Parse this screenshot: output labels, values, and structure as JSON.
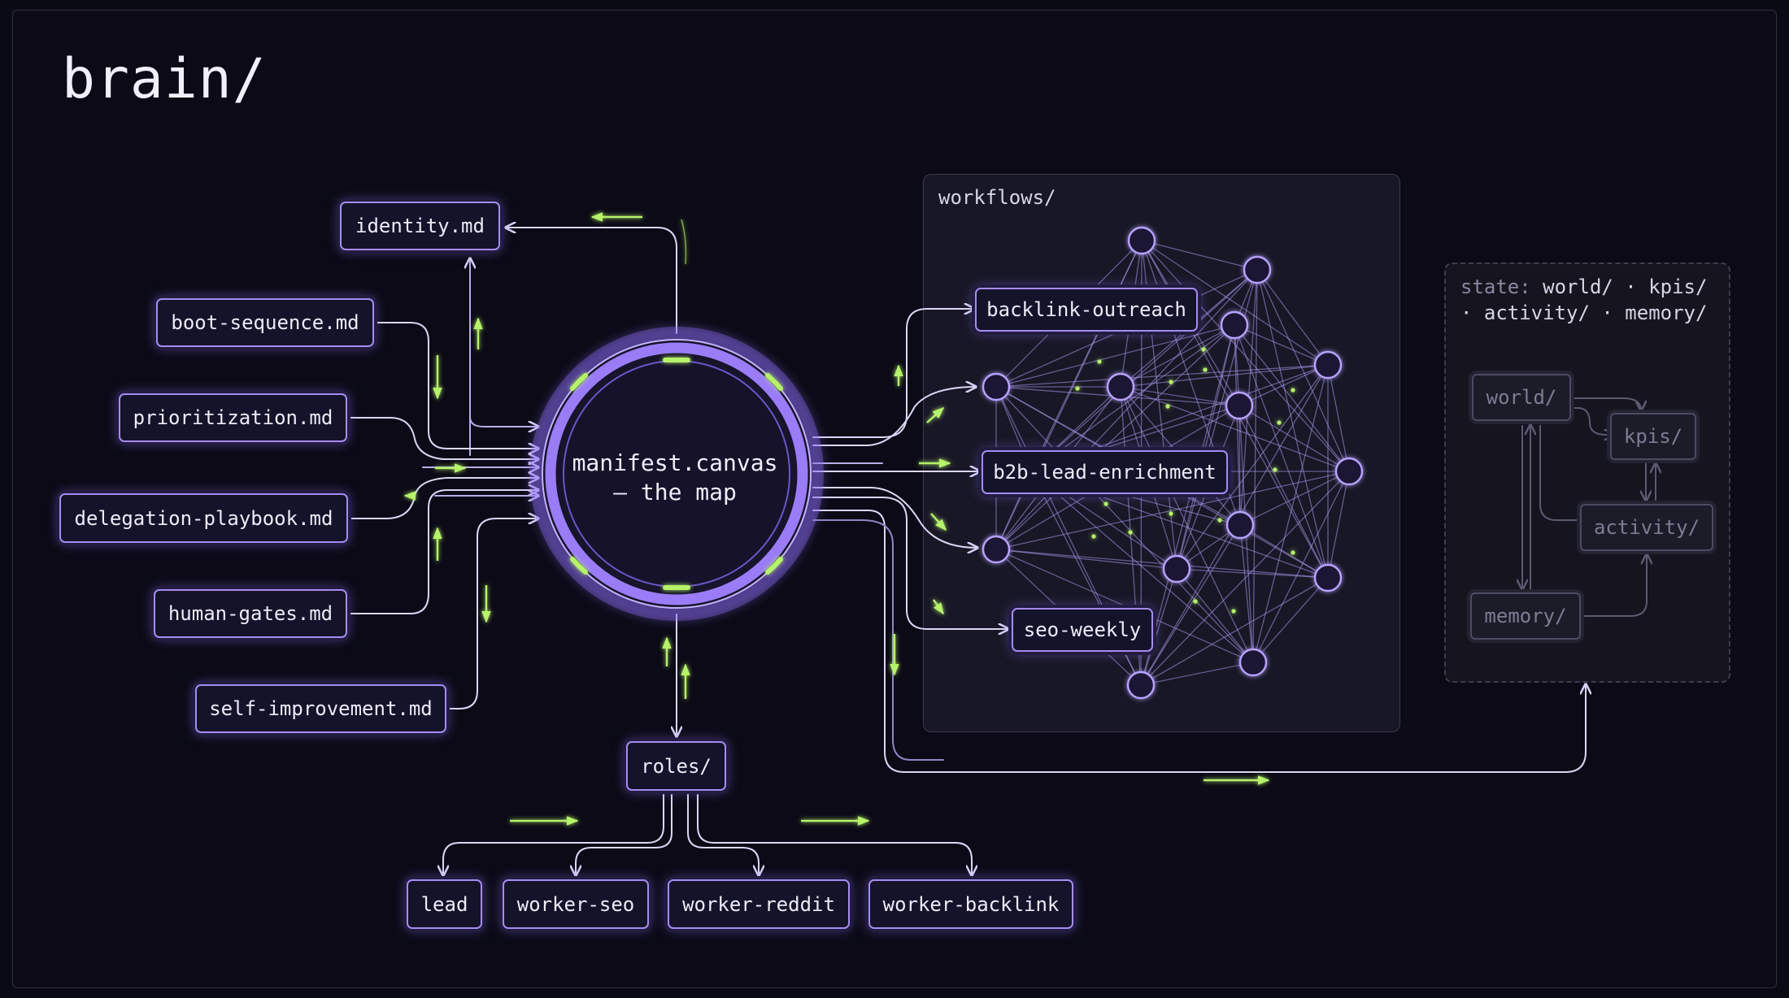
{
  "title": "brain/",
  "center": {
    "line1": "manifest.canvas",
    "line2": "— the map"
  },
  "left_files": [
    "identity.md",
    "boot-sequence.md",
    "prioritization.md",
    "delegation-playbook.md",
    "human-gates.md",
    "self-improvement.md"
  ],
  "roles": {
    "label": "roles/",
    "items": [
      "lead",
      "worker-seo",
      "worker-reddit",
      "worker-backlink"
    ]
  },
  "workflows": {
    "label": "workflows/",
    "items": [
      "backlink-outreach",
      "b2b-lead-enrichment",
      "seo-weekly"
    ]
  },
  "state": {
    "label_prefix": "state:",
    "label_line1": "world/ · kpis/",
    "label_line2": "· activity/ · memory/",
    "items": [
      "world/",
      "kpis/",
      "activity/",
      "memory/"
    ]
  },
  "colors": {
    "accent": "#a58cf0",
    "accent_glow": "#8b6cf6",
    "highlight": "#b6f26a",
    "background": "#0b0a16"
  }
}
